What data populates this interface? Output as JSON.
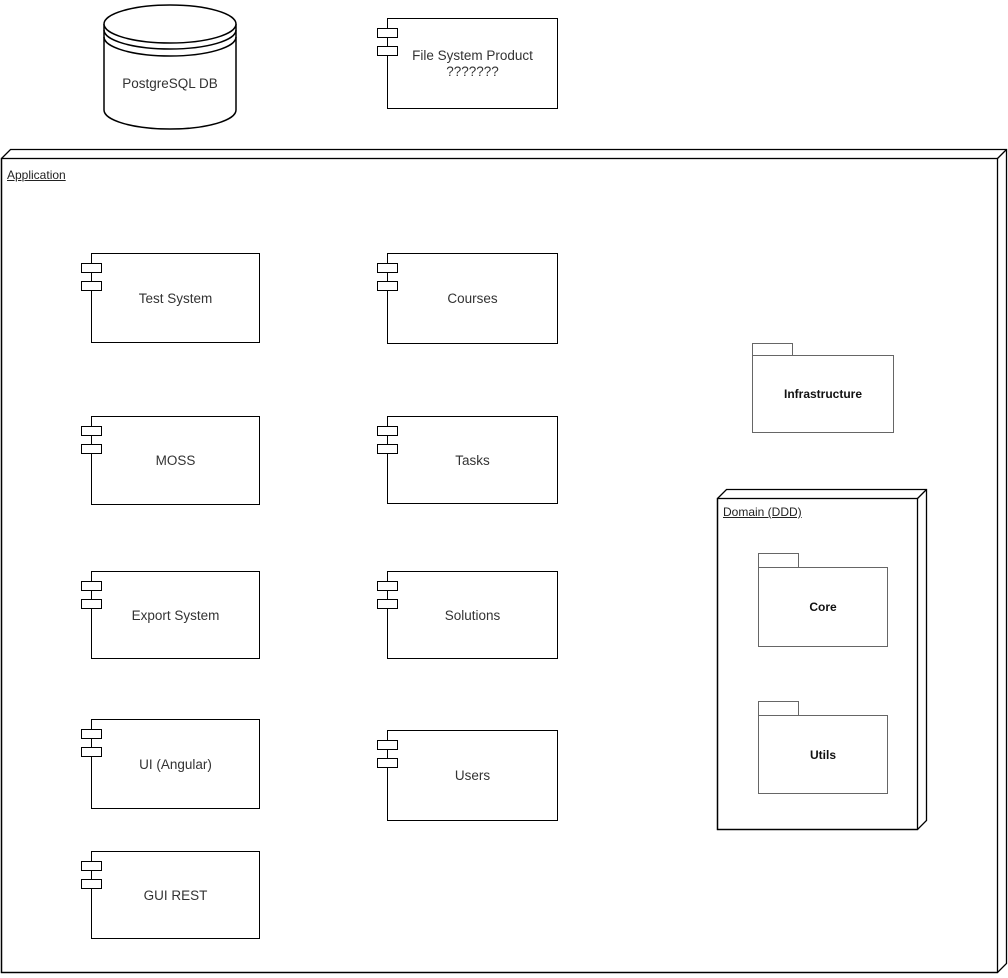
{
  "diagram": {
    "external": {
      "database": {
        "label": "PostgreSQL DB"
      },
      "file_system": {
        "line1": "File System Product",
        "line2": "???????"
      }
    },
    "application": {
      "label": "Application",
      "components": {
        "left": [
          "Test System",
          "MOSS",
          "Export System",
          "UI (Angular)",
          "GUI REST"
        ],
        "middle": [
          "Courses",
          "Tasks",
          "Solutions",
          "Users"
        ]
      },
      "infrastructure": {
        "label": "Infrastructure"
      },
      "domain": {
        "label": "Domain (DDD)",
        "packages": [
          "Core",
          "Utils"
        ]
      }
    },
    "colors": {
      "stroke": "#000000",
      "package_stroke": "#666666",
      "background": "#ffffff",
      "text": "#333333"
    }
  }
}
